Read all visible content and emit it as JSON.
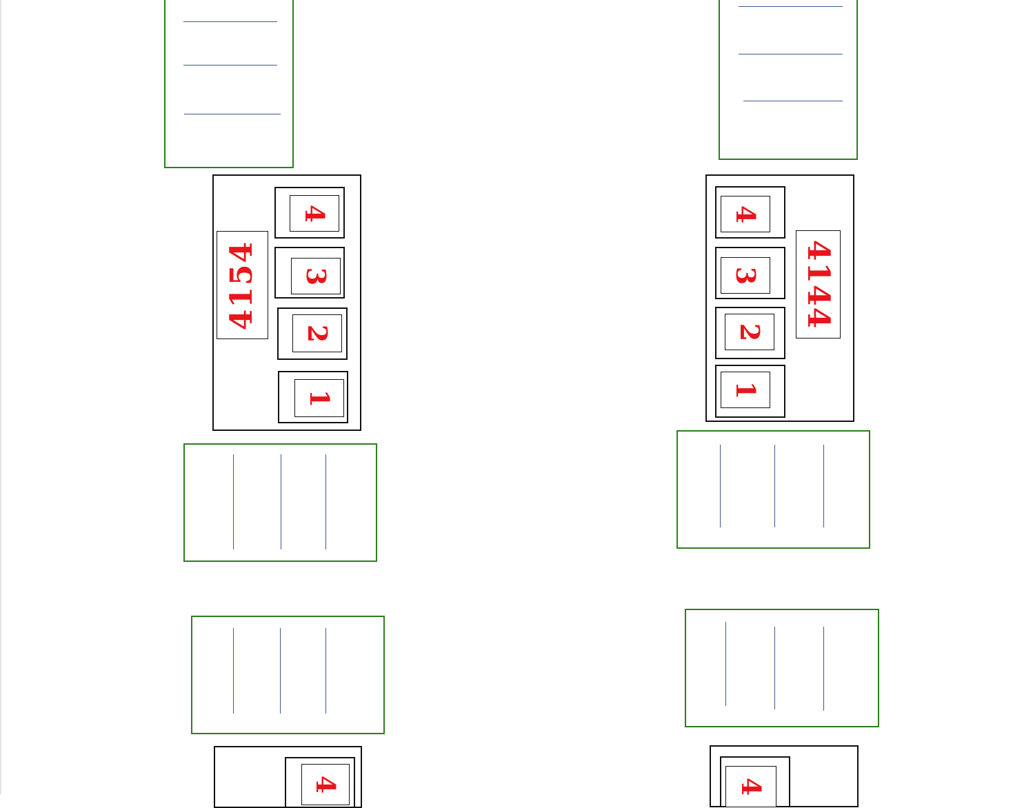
{
  "left_unit": {
    "code": "4154",
    "slots": [
      "4",
      "3",
      "2",
      "1"
    ],
    "bottom_partial_slot": "4"
  },
  "right_unit": {
    "code": "4144",
    "slots": [
      "4",
      "3",
      "2",
      "1"
    ],
    "bottom_partial_slot": "4"
  },
  "colors": {
    "frame_green": "#2e7d1e",
    "line_blue": "#3a5a8c",
    "label_red": "#e8151b",
    "outline_black": "#111111"
  }
}
